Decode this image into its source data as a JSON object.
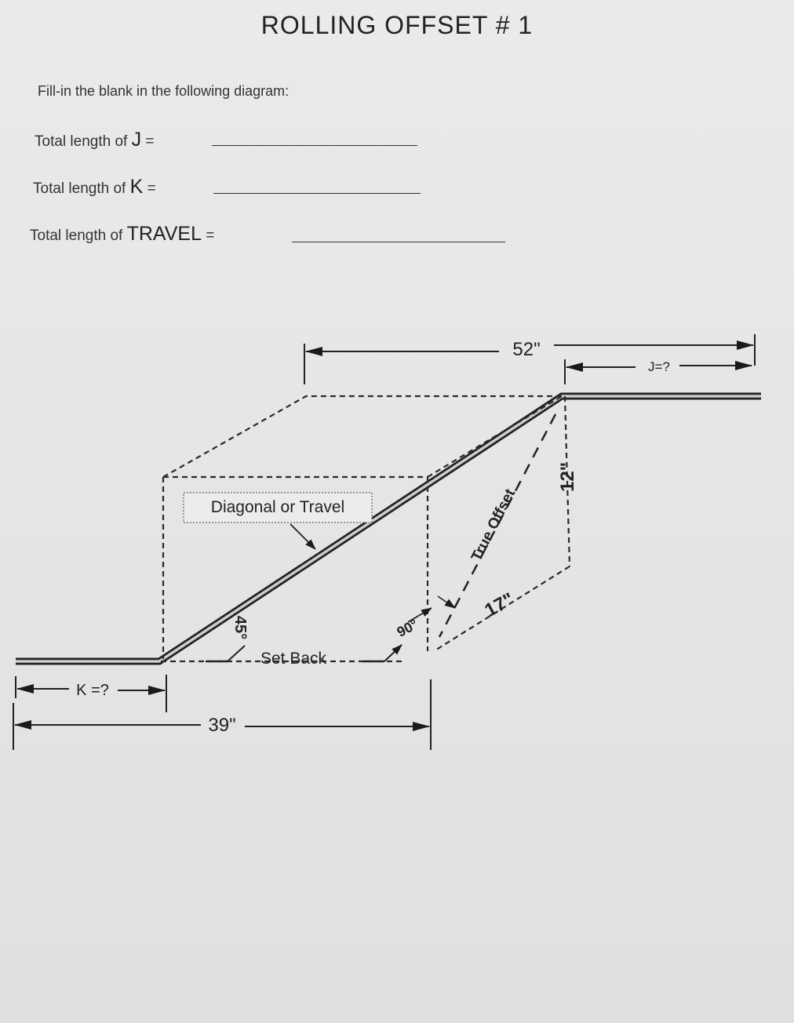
{
  "title": "ROLLING OFFSET # 1",
  "instructions": "Fill-in the blank in the following diagram:",
  "questions": [
    {
      "prefix": "Total length of",
      "var": "J",
      "suffix": "="
    },
    {
      "prefix": "Total length of",
      "var": "K",
      "suffix": "="
    },
    {
      "prefix": "Total length of",
      "var": "TRAVEL",
      "suffix": "="
    }
  ],
  "diagram": {
    "dim_52": "52\"",
    "dim_j": "J=?",
    "dim_k": "K =?",
    "dim_39": "39\"",
    "dim_12": "12\"",
    "dim_17": "17\"",
    "angle_45": "45°",
    "angle_90": "90°",
    "label_travel": "Diagonal or Travel",
    "label_true_offset": "True Offset",
    "label_set_back": "Set Back"
  }
}
